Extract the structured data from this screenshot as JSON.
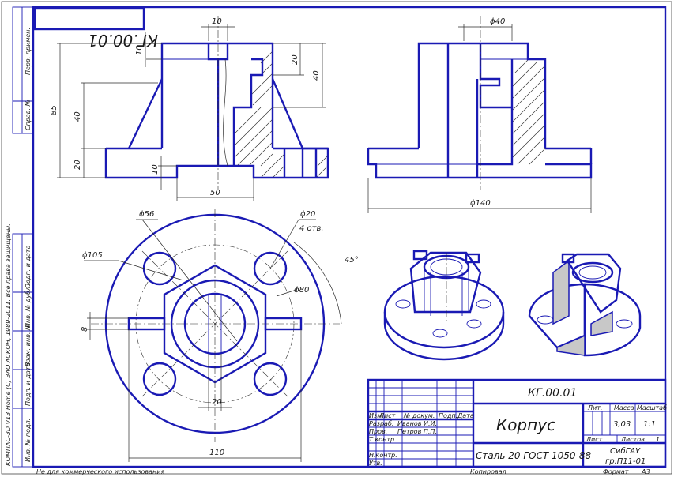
{
  "drawing": {
    "designation": "КГ.00.01",
    "designation_mirrored": "КГ.00.01",
    "part_name": "Корпус",
    "material": "Сталь 20  ГОСТ 1050-88",
    "organization": "СибГАУ",
    "group": "гр.П11-01",
    "mass": "3,03",
    "scale": "1:1",
    "sheet": "Лист",
    "sheets_label": "Листов",
    "sheets_count": "1",
    "format_label": "Формат",
    "format_value": "А3",
    "copied_label": "Копировал",
    "noncommercial": "Не для коммерческого использования",
    "software_note": "КОМПАС-3D V13 Home (С) ЗАО АСКОН, 1989-2011. Все права защищены."
  },
  "title_block": {
    "col_headers": [
      "Изм.",
      "Лист",
      "№ докум.",
      "Подп.",
      "Дата"
    ],
    "rows": [
      {
        "role": "Разраб.",
        "name": "Иванов И.И."
      },
      {
        "role": "Пров.",
        "name": "Петров П.П."
      },
      {
        "role": "Т.контр.",
        "name": ""
      },
      {
        "role": "",
        "name": ""
      },
      {
        "role": "Н.контр.",
        "name": ""
      },
      {
        "role": "Утв.",
        "name": ""
      }
    ],
    "lit_label": "Лит.",
    "mass_label": "Масса",
    "scale_label": "Масштаб"
  },
  "side_strip": {
    "perv_primen": "Перв. примен.",
    "sprav_no": "Справ. №",
    "podp_data_1": "Подп. и дата",
    "inv_dubl": "Инв. № дубл.",
    "vzam_inv": "Взам. инв. №",
    "podp_data_2": "Подп. и дата",
    "inv_podl": "Инв. № подл."
  },
  "dimensions": {
    "d10_top": "10",
    "d10_left": "10",
    "d20_right": "20",
    "d40_right": "40",
    "d85": "85",
    "d40_left": "40",
    "d20_left": "20",
    "d10_bottom": "10",
    "d50": "50",
    "phi40": "ϕ40",
    "phi140": "ϕ140",
    "phi56": "ϕ56",
    "phi20": "ϕ20",
    "holes": "4 отв.",
    "phi105": "ϕ105",
    "phi80": "ϕ80",
    "angle45": "45°",
    "d8": "8",
    "d20_plan": "20",
    "d110": "110"
  }
}
